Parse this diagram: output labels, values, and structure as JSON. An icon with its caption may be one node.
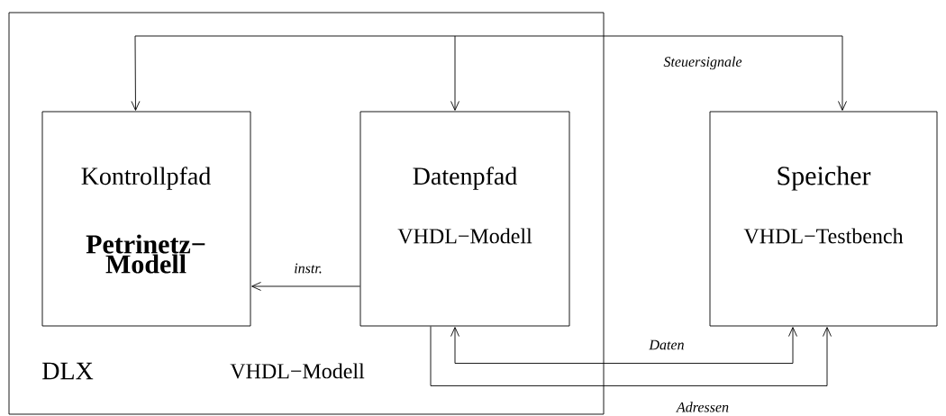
{
  "diagram": {
    "nodes": [
      {
        "text": [
          "DLX",
          "VHDL−Modell"
        ]
      },
      {
        "text": [
          "Kontrollpfad",
          "Petrinetz− Modell"
        ],
        "in": 0
      },
      {
        "text": [
          "Datenpfad",
          "VHDL−Modell"
        ],
        "in": 0
      },
      {
        "text": [
          "Speicher",
          "VHDL−Testbench"
        ]
      }
    ],
    "edges": [
      {
        "from": null,
        "to": 1,
        "arrow": "to"
      },
      {
        "from": null,
        "to": 2,
        "arrow": "to"
      },
      {
        "from": null,
        "to": 3,
        "arrow": "to",
        "label": "Steuersignale"
      },
      {
        "from": 2,
        "to": 1,
        "arrow": "to",
        "label": "instr."
      },
      {
        "from": 2,
        "to": 3,
        "arrow": "both",
        "label": "Daten"
      },
      {
        "from": 2,
        "to": 3,
        "arrow": "to",
        "label": "Adressen"
      }
    ]
  }
}
